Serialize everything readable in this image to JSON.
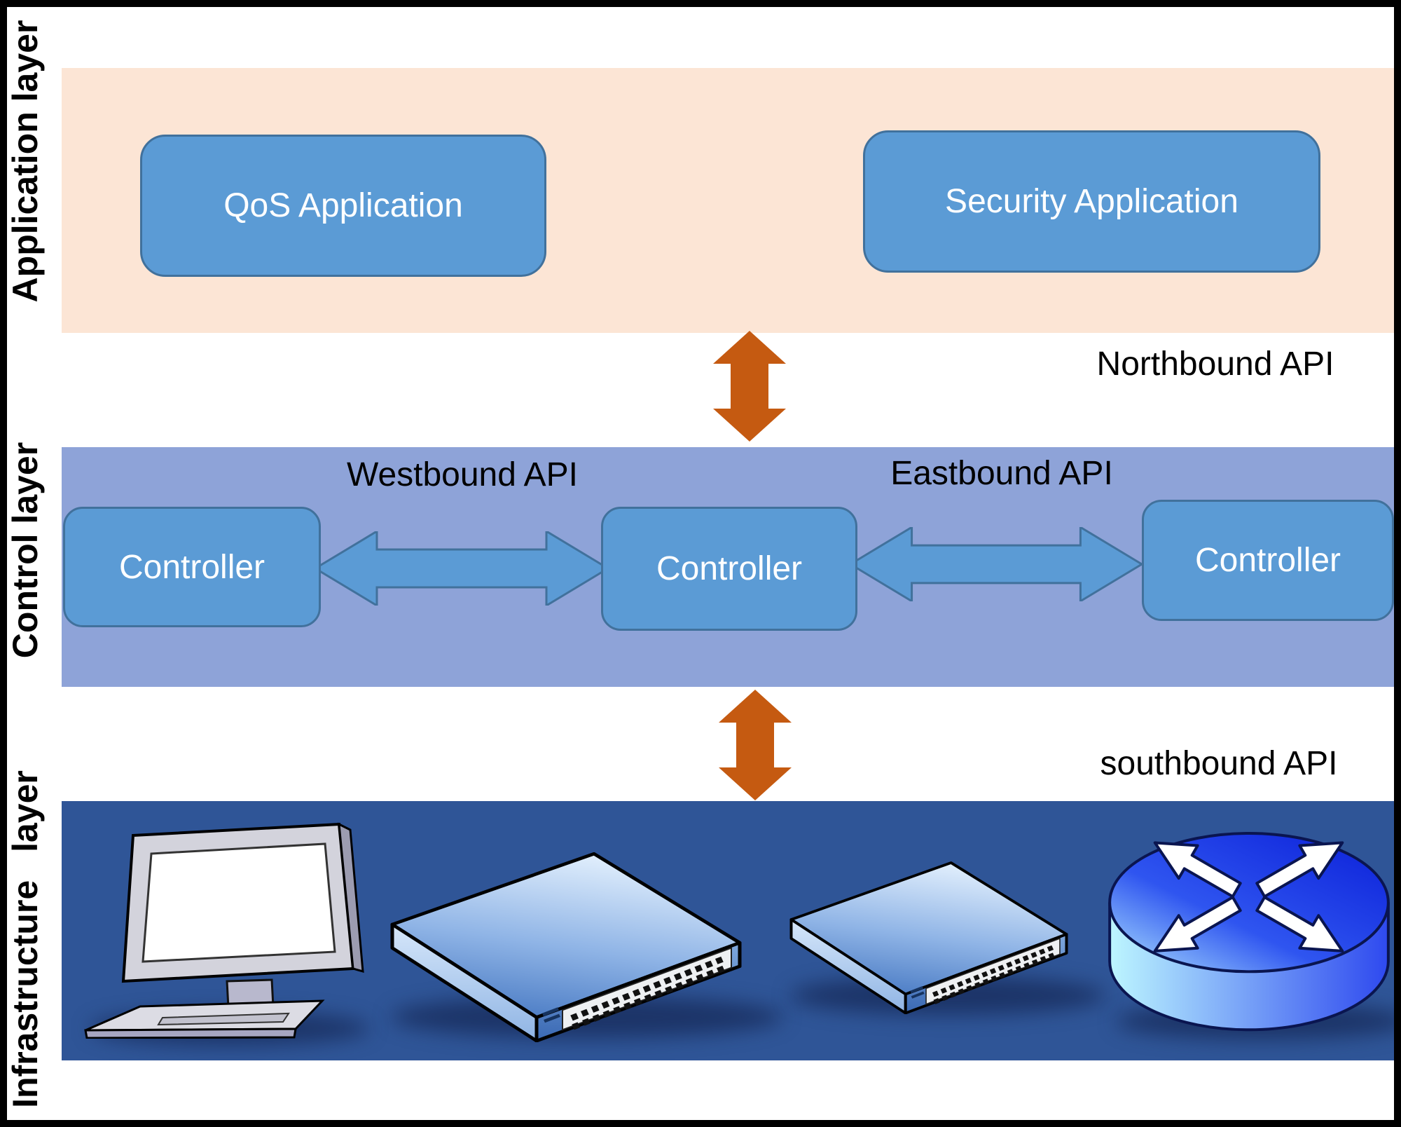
{
  "diagram": {
    "layer_labels": {
      "application": "Application layer",
      "control": "Control layer",
      "infrastructure": "Infrastructure layer"
    },
    "application_layer": {
      "boxes": [
        "QoS Application",
        "Security Application"
      ]
    },
    "control_layer": {
      "boxes": [
        "Controller",
        "Controller",
        "Controller"
      ],
      "westbound": "Westbound API",
      "eastbound": "Eastbound API"
    },
    "api_labels": {
      "northbound": "Northbound API",
      "southbound": "southbound API"
    },
    "infrastructure_layer": {
      "devices": [
        "computer-icon",
        "switch-icon",
        "switch-icon",
        "router-icon"
      ]
    },
    "colors": {
      "application_band": "#fce5d5",
      "control_band": "#8ea3d8",
      "infrastructure_band": "#2f5597",
      "box_fill": "#5b9bd5",
      "box_stroke": "#41719c",
      "arrow_orange": "#c55a11",
      "arrow_blue": "#5b9bd5"
    }
  }
}
